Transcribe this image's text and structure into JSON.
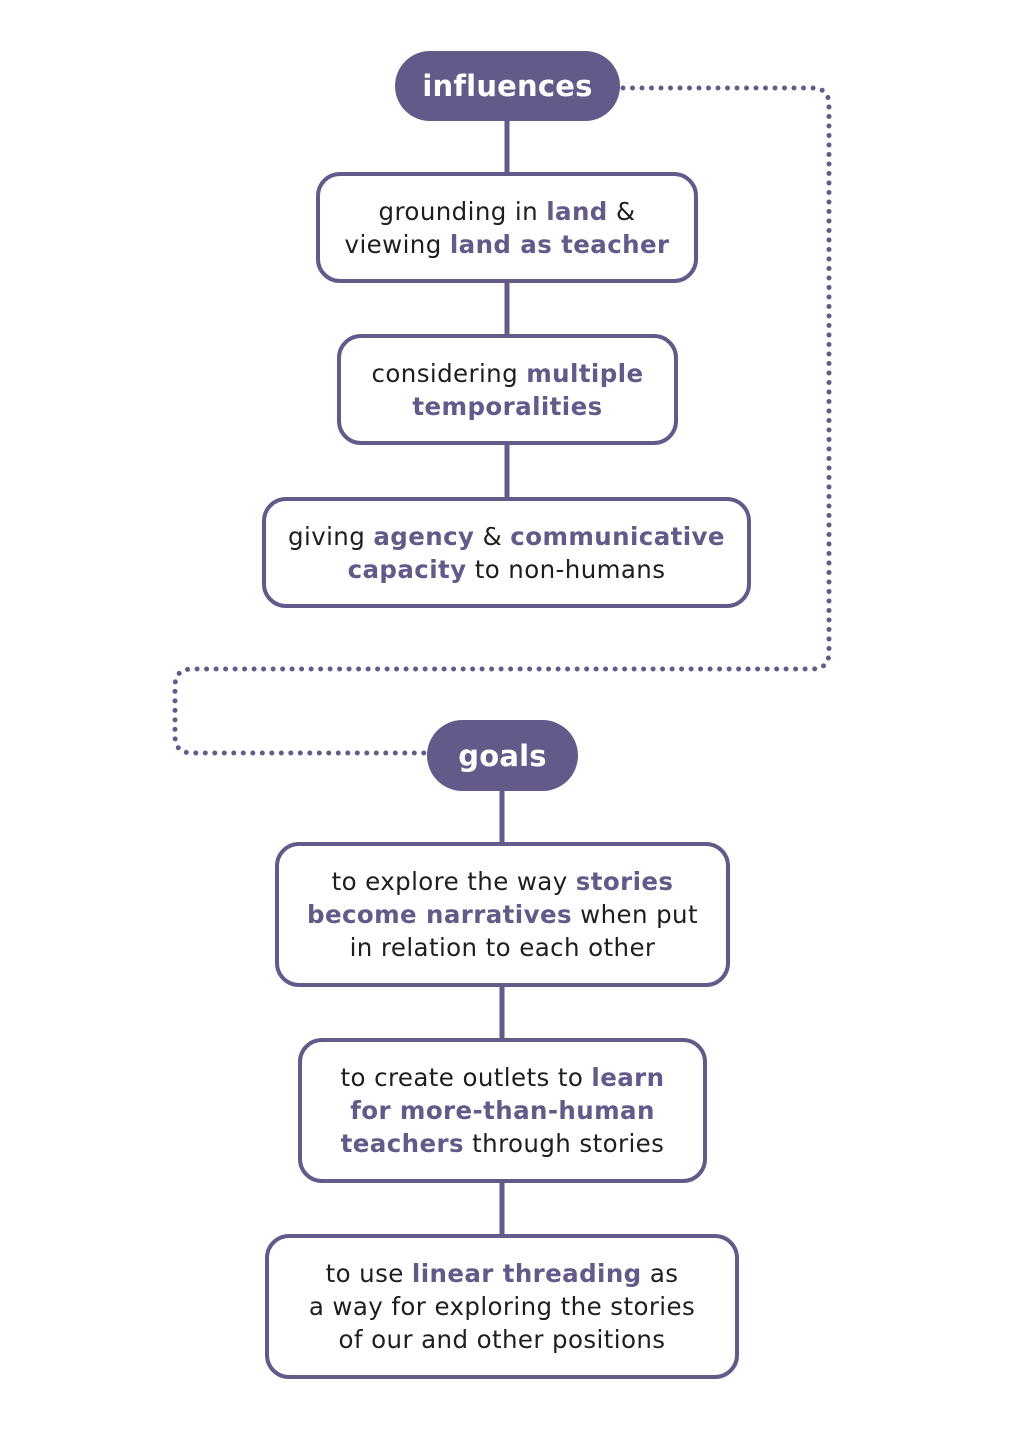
{
  "colors": {
    "accent": "#635a8a",
    "text": "#1e1e1e",
    "background": "#ffffff"
  },
  "influences": {
    "label": "influences",
    "items": [
      {
        "lines": [
          [
            {
              "t": "grounding in ",
              "b": false
            },
            {
              "t": "land",
              "b": true
            },
            {
              "t": " &",
              "b": false
            }
          ],
          [
            {
              "t": "viewing ",
              "b": false
            },
            {
              "t": "land as teacher",
              "b": true
            }
          ]
        ]
      },
      {
        "lines": [
          [
            {
              "t": "considering ",
              "b": false
            },
            {
              "t": "multiple",
              "b": true
            }
          ],
          [
            {
              "t": "temporalities",
              "b": true
            }
          ]
        ]
      },
      {
        "lines": [
          [
            {
              "t": "giving ",
              "b": false
            },
            {
              "t": "agency",
              "b": true
            },
            {
              "t": " & ",
              "b": false
            },
            {
              "t": "communicative",
              "b": true
            }
          ],
          [
            {
              "t": "capacity",
              "b": true
            },
            {
              "t": " to non-humans",
              "b": false
            }
          ]
        ]
      }
    ]
  },
  "goals": {
    "label": "goals",
    "items": [
      {
        "lines": [
          [
            {
              "t": "to explore the way ",
              "b": false
            },
            {
              "t": "stories",
              "b": true
            }
          ],
          [
            {
              "t": "become narratives",
              "b": true
            },
            {
              "t": " when put",
              "b": false
            }
          ],
          [
            {
              "t": "in relation to each other",
              "b": false
            }
          ]
        ]
      },
      {
        "lines": [
          [
            {
              "t": "to create outlets to ",
              "b": false
            },
            {
              "t": "learn",
              "b": true
            }
          ],
          [
            {
              "t": "for more-than-human",
              "b": true
            }
          ],
          [
            {
              "t": "teachers",
              "b": true
            },
            {
              "t": " through stories",
              "b": false
            }
          ]
        ]
      },
      {
        "lines": [
          [
            {
              "t": "to use ",
              "b": false
            },
            {
              "t": "linear threading",
              "b": true
            },
            {
              "t": " as",
              "b": false
            }
          ],
          [
            {
              "t": "a way for exploring the stories",
              "b": false
            }
          ],
          [
            {
              "t": "of our and other positions",
              "b": false
            }
          ]
        ]
      }
    ]
  }
}
